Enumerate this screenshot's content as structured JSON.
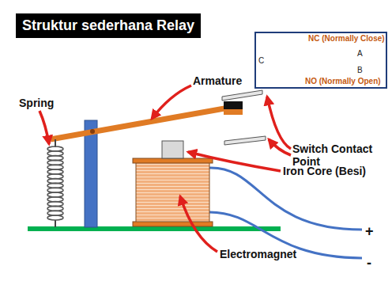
{
  "diagram": {
    "title": "Struktur sederhana Relay",
    "nodes": [
      {
        "text": [
          "NC (Normally Close)",
          "C",
          "A",
          "B",
          "NO (Normally Open)"
        ]
      }
    ],
    "labels": [
      "Armature",
      "Spring",
      "Switch Contact Point",
      "Iron Core (Besi)",
      "Electromagnet",
      "+",
      "-"
    ]
  }
}
